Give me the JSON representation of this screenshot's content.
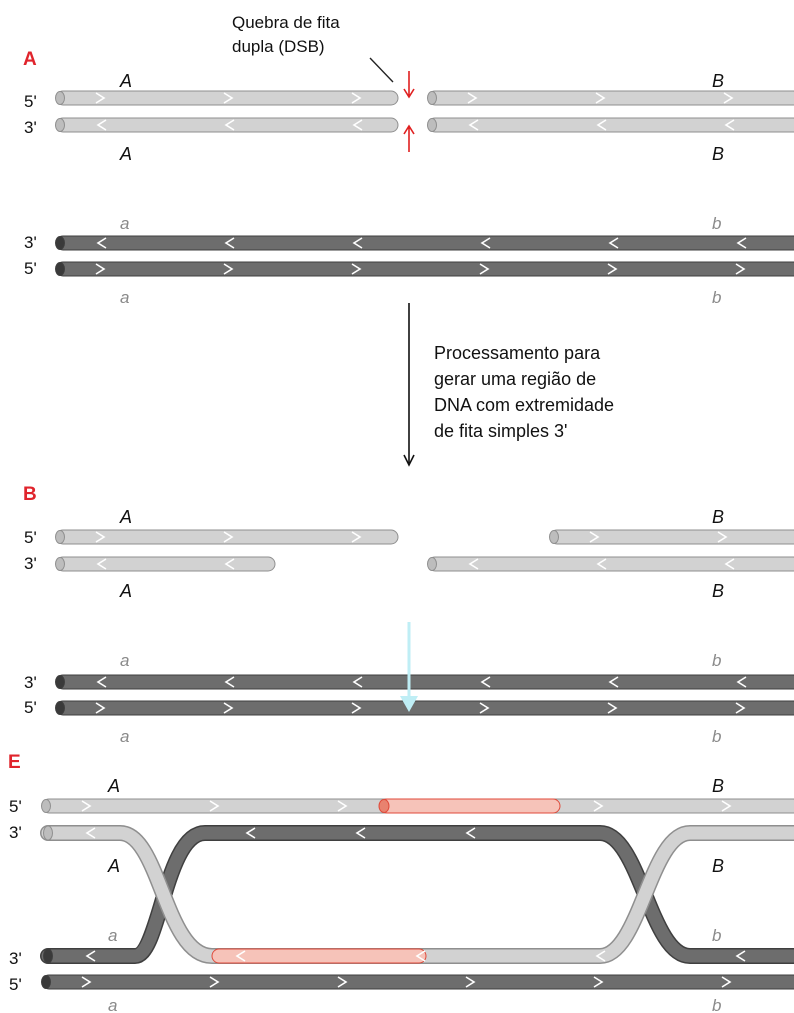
{
  "colors": {
    "strand_light": "#d2d2d2",
    "strand_light_stroke": "#8f8f8f",
    "strand_dark": "#6d6d6d",
    "strand_dark_stroke": "#3f3f3f",
    "new_synthesis": "#f6c3b9",
    "new_synthesis_stroke": "#e04a3a",
    "break_arrow": "#e02020",
    "panel_letter": "#e0242c",
    "progress_arrow": "#111111",
    "overlay_arrow": "#bfeef5"
  },
  "panels": {
    "a": {
      "letter": "A"
    },
    "b": {
      "letter": "B"
    },
    "e": {
      "letter": "E"
    }
  },
  "labels": {
    "five_prime": "5'",
    "three_prime": "3'",
    "allele_A": "A",
    "allele_B": "B",
    "allele_a": "a",
    "allele_b": "b"
  },
  "callout": {
    "line1": "Quebra de fita",
    "line2": "dupla (DSB)"
  },
  "step_note": {
    "line1": "Processamento para",
    "line2": "gerar uma região de",
    "line3": "DNA com extremidade",
    "line4": "de fita simples 3'"
  }
}
